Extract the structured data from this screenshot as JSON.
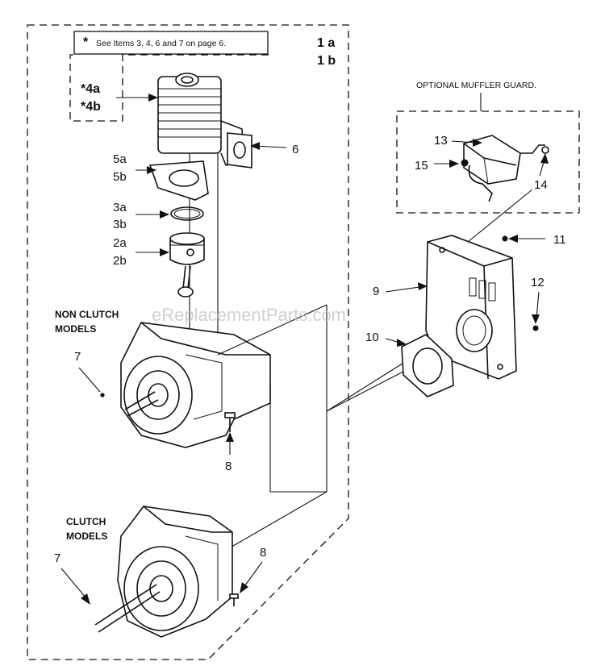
{
  "note": {
    "star": "*",
    "text": "See Items 3, 4, 6 and 7 on page 6."
  },
  "group_label": {
    "line1": "1 a",
    "line2": "1 b"
  },
  "callout_4": {
    "line1": "*4a",
    "line2": "*4b"
  },
  "muffler_guard_title": "OPTIONAL MUFFLER GUARD.",
  "section_labels": {
    "non_clutch_line1": "NON CLUTCH",
    "non_clutch_line2": "MODELS",
    "clutch_line1": "CLUTCH",
    "clutch_line2": "MODELS"
  },
  "part_numbers": {
    "p5a": "5a",
    "p5b": "5b",
    "p3a": "3a",
    "p3b": "3b",
    "p2a": "2a",
    "p2b": "2b",
    "p6": "6",
    "p7_upper": "7",
    "p7_lower": "7",
    "p8_upper": "8",
    "p8_lower": "8",
    "p9": "9",
    "p10": "10",
    "p11": "11",
    "p12": "12",
    "p13": "13",
    "p14": "14",
    "p15": "15"
  },
  "watermark": "eReplacementParts.com"
}
